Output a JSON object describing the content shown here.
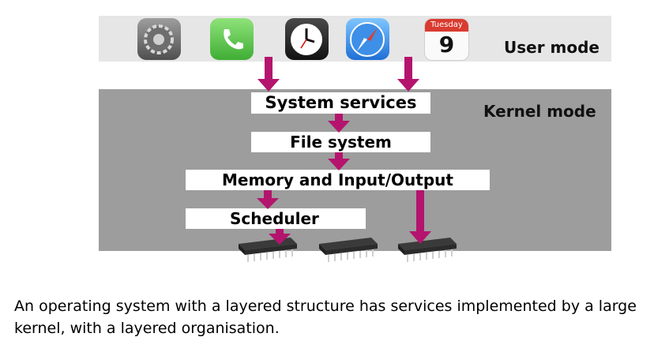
{
  "modes": {
    "user": "User mode",
    "kernel": "Kernel mode"
  },
  "layers": {
    "services": "System services",
    "filesystem": "File system",
    "memory_io": "Memory and Input/Output",
    "scheduler": "Scheduler"
  },
  "apps": {
    "calendar_day_name": "Tuesday",
    "calendar_day": "9",
    "icons": [
      "settings-icon",
      "phone-icon",
      "clock-icon",
      "safari-icon",
      "calendar-icon"
    ]
  },
  "hardware": {
    "chips": [
      "chip-icon",
      "chip-icon",
      "chip-icon"
    ]
  },
  "colors": {
    "arrow": "#b4146e",
    "kernel_band": "#9d9d9d",
    "user_band": "#e6e6e6"
  },
  "caption": "An operating system with a layered structure has services implemented by a large kernel, with a layered organisation."
}
